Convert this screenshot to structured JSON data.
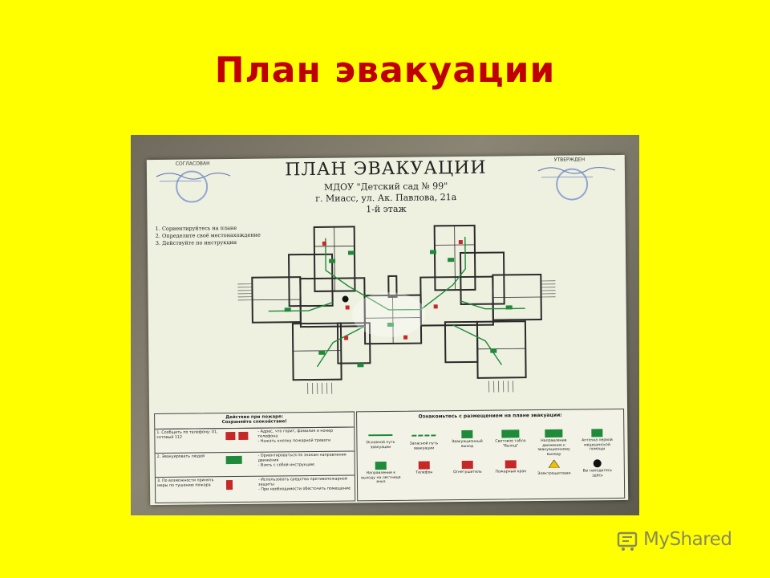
{
  "slide": {
    "title": "План эвакуации"
  },
  "poster": {
    "title": "ПЛАН ЭВАКУАЦИИ",
    "subtitle_1": "МДОУ \"Детский сад № 99\"",
    "subtitle_2": "г. Миасс, ул. Ак. Павлова, 21а",
    "subtitle_3": "1-й этаж",
    "approval_left": "СОГЛАСОВАН",
    "approval_right": "УТВЕРЖДЕН",
    "instructions": [
      "1. Сориентируйтесь на плане",
      "2. Определите своё местонахождение",
      "3. Действуйте по инструкции"
    ],
    "actions": {
      "heading_1": "Действия при пожаре:",
      "heading_2": "Сохраняйте спокойствие!",
      "rows": [
        {
          "label": "1. Сообщить по телефону: 01, сотовый 112",
          "desc": "- Адрес, что горит, фамилия и номер телефона\n- Нажать кнопку пожарной тревоги"
        },
        {
          "label": "2. Эвакуировать людей",
          "desc": "- Ориентироваться по знакам направления движения\n- Взять с собой инструкцию"
        },
        {
          "label": "3. По возможности принять меры по тушению пожара",
          "desc": "- Использовать средства противопожарной защиты\n- При необходимости обесточить помещение"
        }
      ]
    },
    "legend": {
      "heading": "Ознакомьтесь с размещением на плане эвакуации:",
      "row1": [
        {
          "label": "Основной путь эвакуации",
          "icon": "green-line-icon"
        },
        {
          "label": "Запасной путь эвакуации",
          "icon": "green-dashed-line-icon"
        },
        {
          "label": "Эвакуационный выход",
          "icon": "exit-door-icon"
        },
        {
          "label": "Световое табло \"Выход\"",
          "icon": "exit-sign-icon"
        },
        {
          "label": "Направление движения к эвакуационному выходу",
          "icon": "direction-arrow-icon"
        },
        {
          "label": "Аптечка первой медицинской помощи",
          "icon": "first-aid-icon"
        }
      ],
      "row2": [
        {
          "label": "Направление к выходу на лестнице вниз",
          "icon": "stairs-icon"
        },
        {
          "label": "Телефон",
          "icon": "phone-icon"
        },
        {
          "label": "Огнетушитель",
          "icon": "extinguisher-icon"
        },
        {
          "label": "Пожарный кран",
          "icon": "fire-hydrant-icon"
        },
        {
          "label": "Электрощитовая",
          "icon": "electrical-panel-icon"
        },
        {
          "label": "Вы находитесь здесь",
          "icon": "you-are-here-icon"
        }
      ]
    }
  },
  "watermark": {
    "text": "MyShared"
  },
  "colors": {
    "background": "#ffff00",
    "title": "#c00000",
    "evac_green": "#1e8a3a",
    "alert_red": "#c62828"
  }
}
